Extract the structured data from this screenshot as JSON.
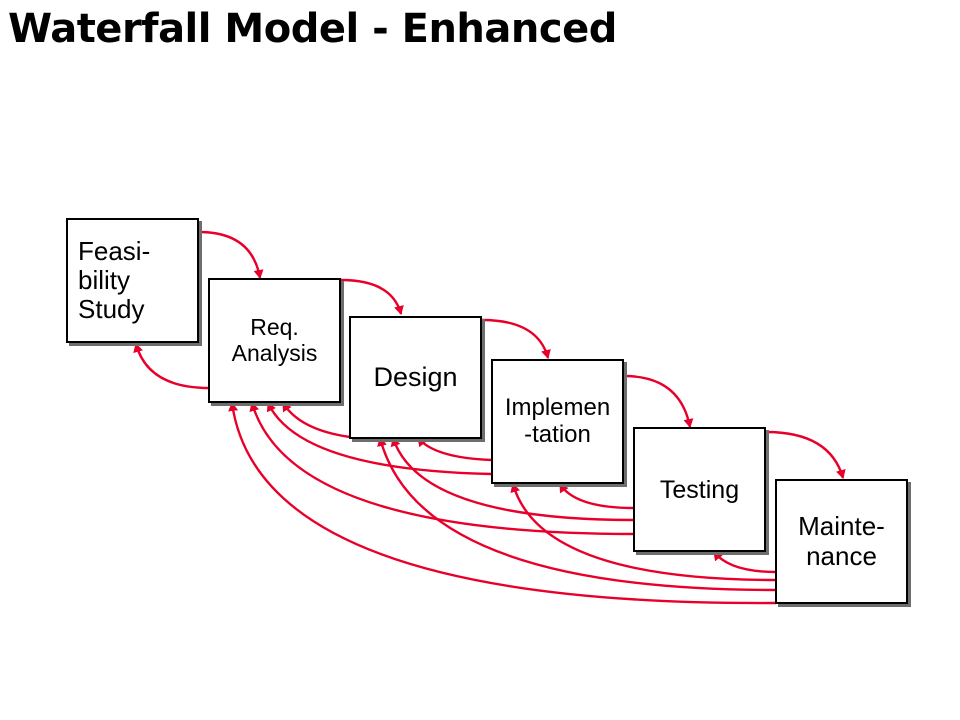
{
  "title": "Waterfall Model - Enhanced",
  "arrow_color": "#e8002a",
  "phases": [
    {
      "id": "feasibility",
      "label": "Feasi-\nbility\nStudy"
    },
    {
      "id": "req-analysis",
      "label": "Req.\nAnalysis"
    },
    {
      "id": "design",
      "label": "Design"
    },
    {
      "id": "implementation",
      "label": "Implemen\n-tation"
    },
    {
      "id": "testing",
      "label": "Testing"
    },
    {
      "id": "maintenance",
      "label": "Mainte-\nnance"
    }
  ]
}
